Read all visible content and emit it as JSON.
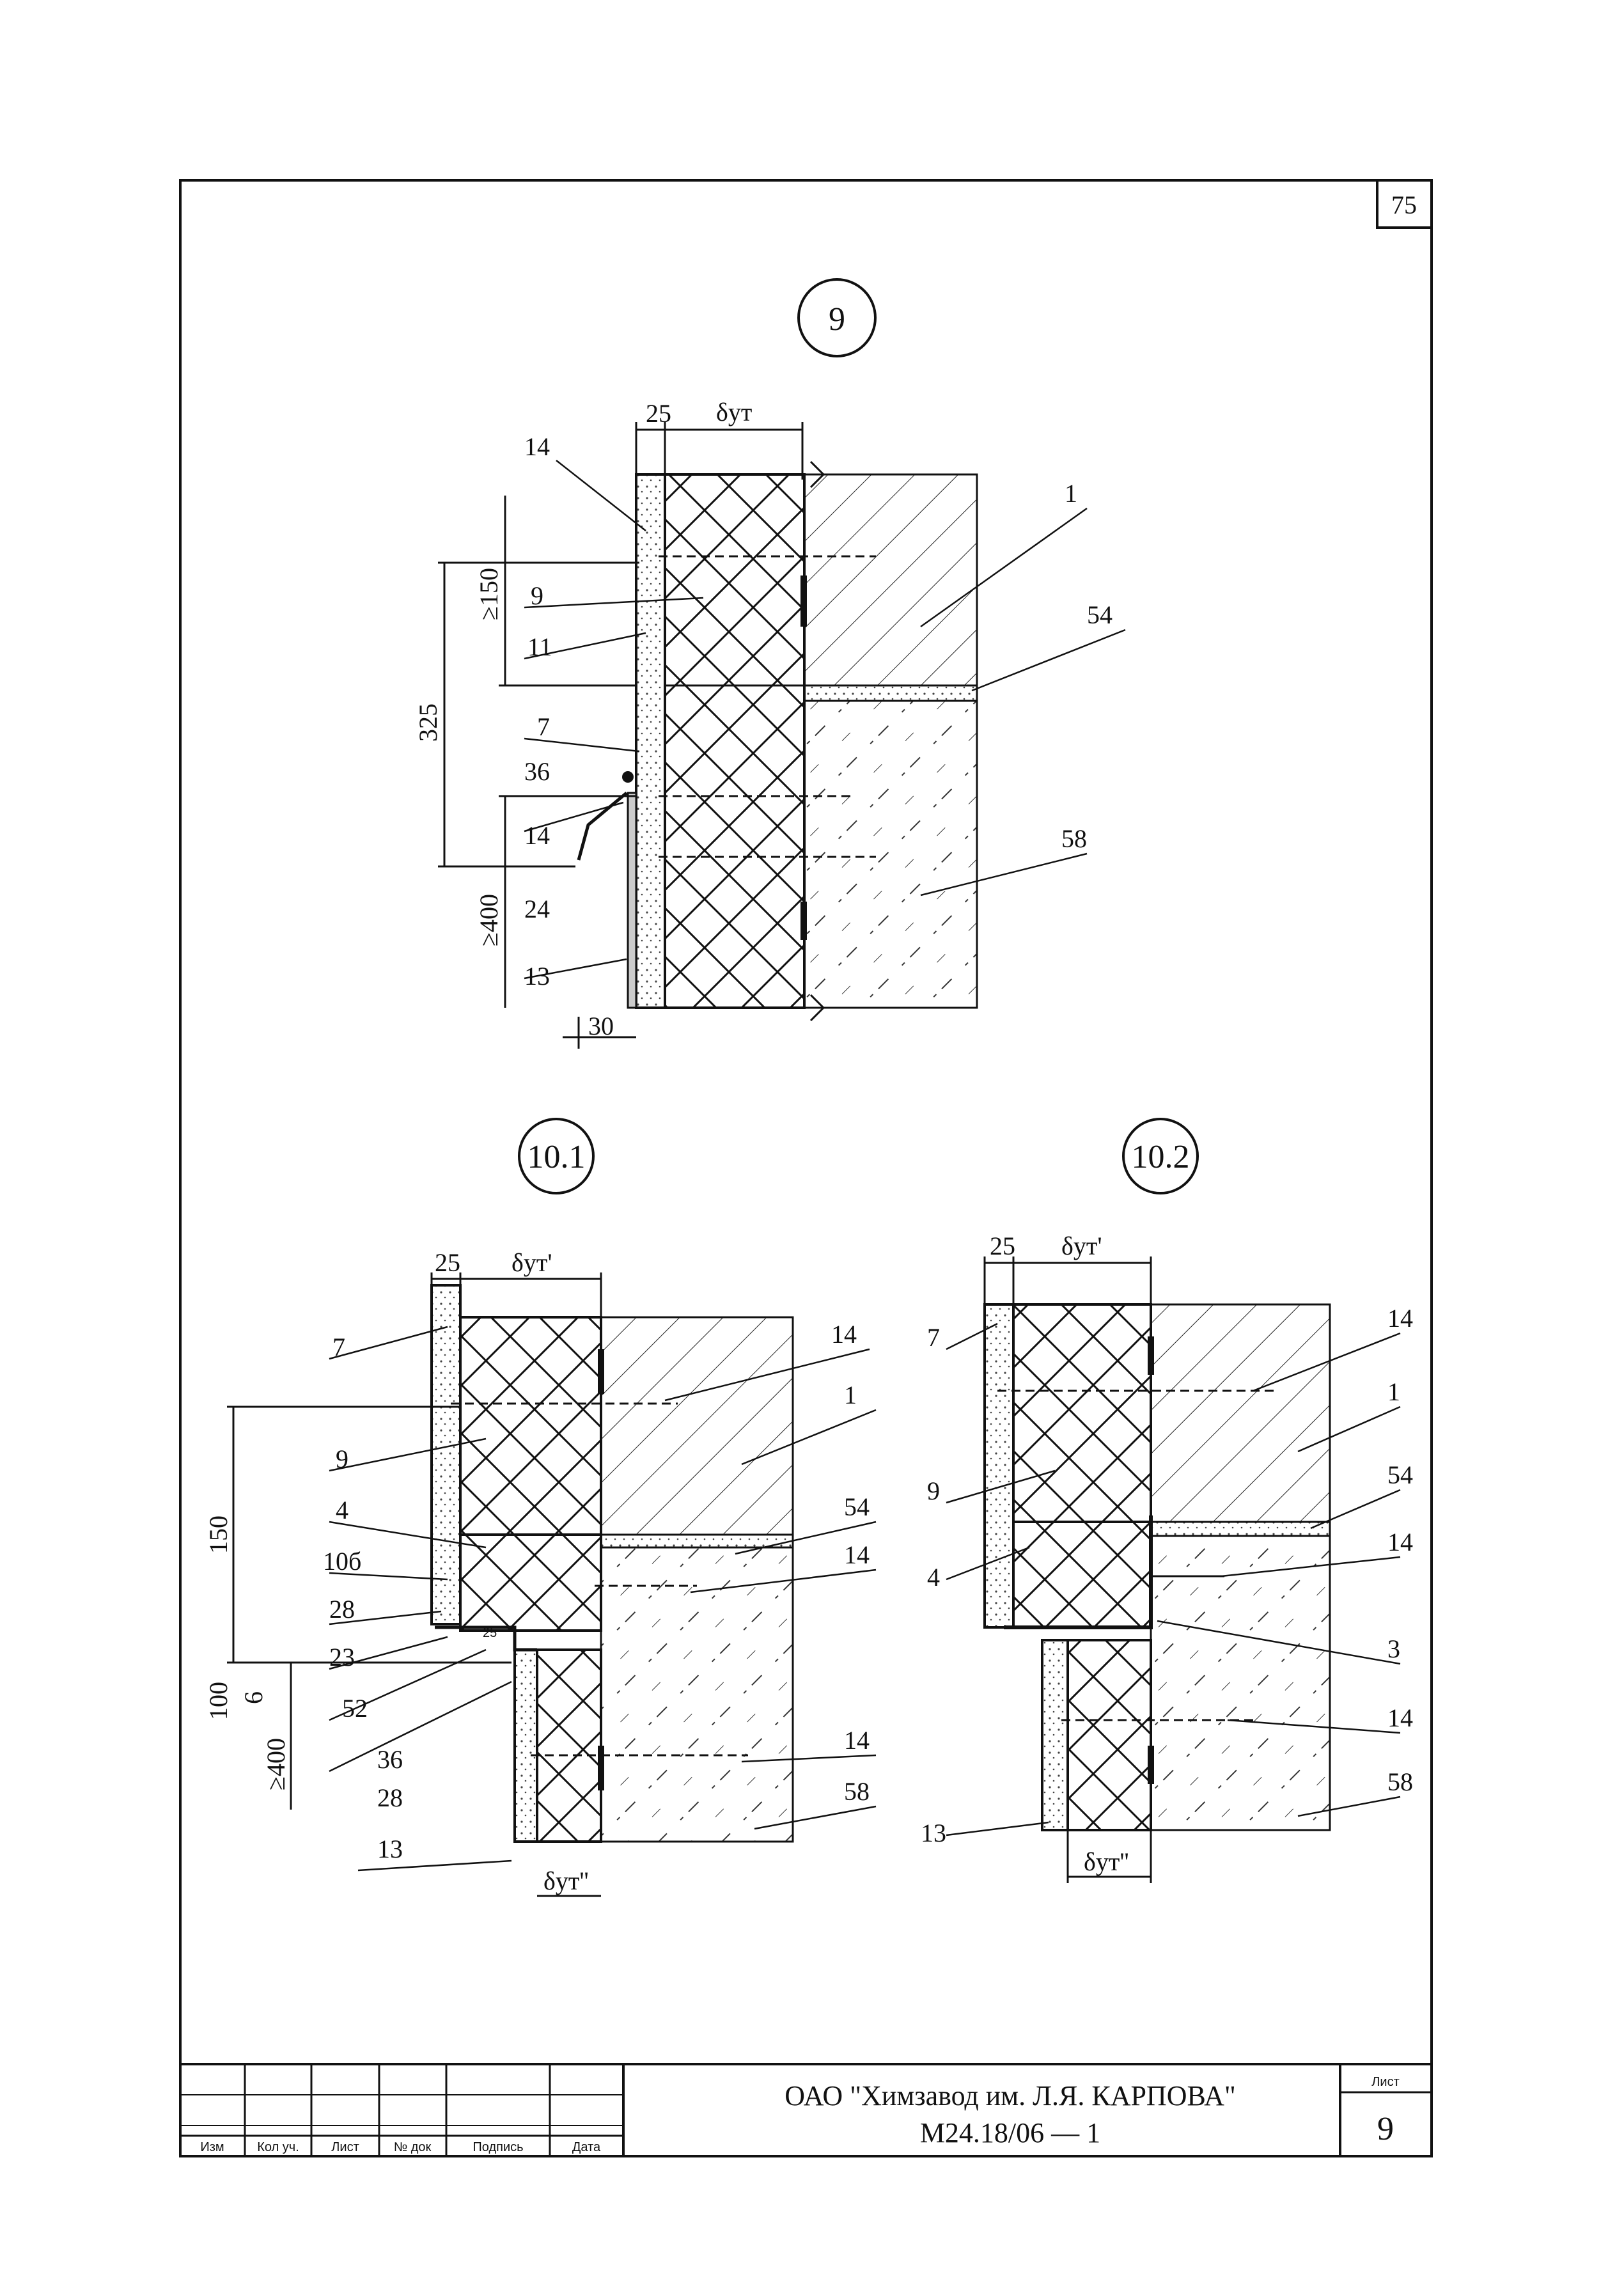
{
  "page_number": "75",
  "details": [
    {
      "id": "9",
      "dims": {
        "top_left": "25",
        "top_right": "δут",
        "v_upper": "≥150",
        "v_mid": "325",
        "v_lower": "≥400",
        "bottom": "30"
      },
      "labels": [
        "14",
        "9",
        "11",
        "7",
        "36",
        "14",
        "24",
        "13",
        "1",
        "54",
        "58"
      ]
    },
    {
      "id": "10.1",
      "dims": {
        "top_left": "25",
        "top_right": "δут'",
        "v_upper": "150",
        "v_a": "100",
        "v_b": "6",
        "v_lower": "≥400",
        "bottom": "δут''",
        "angle": "25"
      },
      "labels": [
        "7",
        "9",
        "4",
        "10б",
        "28",
        "23",
        "52",
        "36",
        "28",
        "13",
        "14",
        "1",
        "54",
        "14",
        "14",
        "58"
      ]
    },
    {
      "id": "10.2",
      "dims": {
        "top_left": "25",
        "top_right": "δут'",
        "bottom": "δут''"
      },
      "labels": [
        "7",
        "9",
        "4",
        "13",
        "14",
        "1",
        "54",
        "14",
        "3",
        "14",
        "58"
      ]
    }
  ],
  "title_block": {
    "columns": [
      "Изм",
      "Кол уч.",
      "Лист",
      "№ док",
      "Подпись",
      "Дата"
    ],
    "organization": "ОАО \"Химзавод им. Л.Я. КАРПОВА\"",
    "code": "М24.18/06 — 1",
    "sheet_label": "Лист",
    "sheet_number": "9"
  }
}
